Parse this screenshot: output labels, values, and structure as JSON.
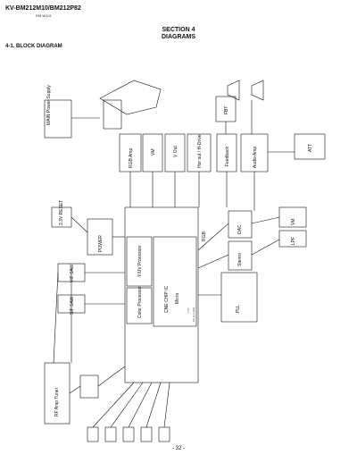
{
  "header": {
    "model": "KV-BM212M10/BM212P82",
    "subtitle": "RM-W101"
  },
  "section": {
    "number": "SECTION 4",
    "title": "DIAGRAMS"
  },
  "caption": "4-1. BLOCK DIAGRAM",
  "page_number": "- 32 -",
  "blocks": {
    "main_power": "MAIN Power Supply",
    "rgb_amp": "RGB Amp",
    "vm": "VM",
    "v_out": "V Out",
    "hor_out": "Hor out / H-Drive",
    "feedback": "Feedback",
    "fbt": "FBT",
    "audio_amp": "Audio Amp",
    "att": "ATT",
    "micro": "Micro",
    "cne_chip": "CNE CHIP IC",
    "y_uv_processor": "Y/UV Processor",
    "color_processor": "Color Processor",
    "sif_saw": "SIF SAW",
    "vif_saw": "VIF SAW",
    "rf_amp": "RF Amp Tuner",
    "vm2": "VM",
    "rgb": "RGB",
    "power": "POWER",
    "reset": "3.3V RESET",
    "dac": "DAC",
    "pll": "PLL",
    "stereo": "Stereo",
    "lowpass": "LPF"
  },
  "labels": {
    "pin_a": "TXT",
    "pin_b": "CC & V-chip"
  }
}
